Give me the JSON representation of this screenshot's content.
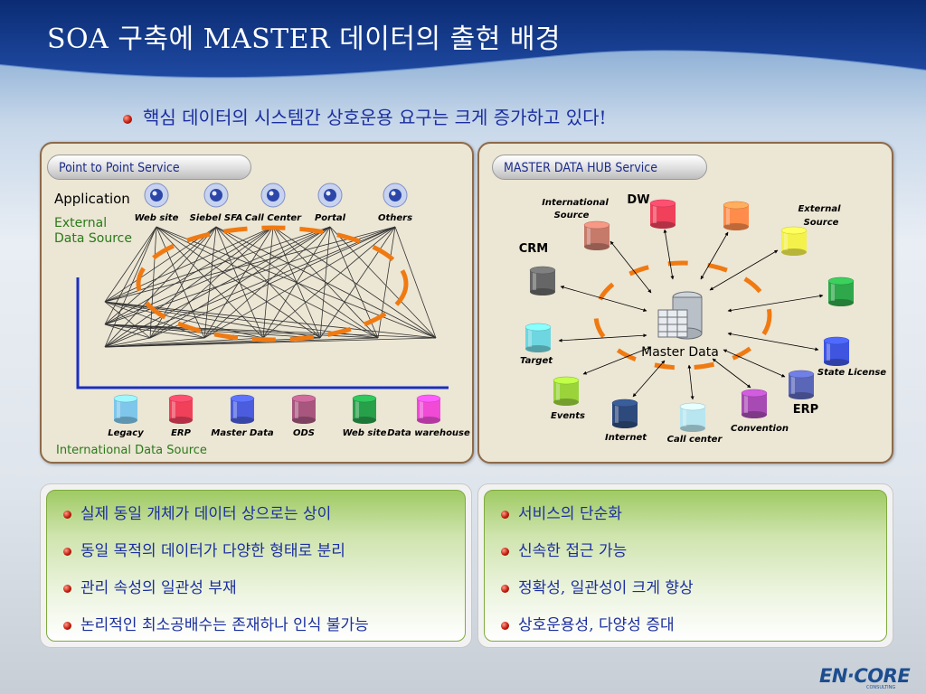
{
  "title": "SOA 구축에 MASTER 데이터의 출현 배경",
  "subtitle": "핵심 데이터의 시스템간 상호운용 요구는 크게 증가하고 있다!",
  "p2p": {
    "header": "Point to Point Service",
    "application_label": "Application",
    "external_label_1": "External",
    "external_label_2": "Data Source",
    "international_label": "International Data Source",
    "apps": [
      {
        "label": "Web site",
        "icon": "web-site-icon"
      },
      {
        "label": "Siebel SFA",
        "icon": "network-icon"
      },
      {
        "label": "Call Center",
        "icon": "money-bag-icon"
      },
      {
        "label": "Portal",
        "icon": "portal-icon"
      },
      {
        "label": "Others",
        "icon": "person-icon"
      }
    ],
    "sources": [
      {
        "label": "Legacy",
        "color": "#7ec6ea"
      },
      {
        "label": "ERP",
        "color": "#f0405a"
      },
      {
        "label": "Master Data",
        "color": "#4b5dde"
      },
      {
        "label": "ODS",
        "color": "#a8567e"
      },
      {
        "label": "Web site",
        "color": "#27a04a"
      },
      {
        "label": "Data warehouse",
        "color": "#f04ad6"
      }
    ]
  },
  "hub": {
    "header": "MASTER DATA HUB Service",
    "center_label": "Master Data",
    "nodes": [
      {
        "key": "intl",
        "label_1": "International",
        "label_2": "Source",
        "color": "#c67a6a"
      },
      {
        "key": "dw",
        "label_1": "DW",
        "label_2": "",
        "color": "#f0405a"
      },
      {
        "key": "orange",
        "label_1": "",
        "label_2": "",
        "color": "#ff8c4a"
      },
      {
        "key": "ext",
        "label_1": "External",
        "label_2": "Source",
        "color": "#f4f14a"
      },
      {
        "key": "crm",
        "label_1": "CRM",
        "label_2": "",
        "color": "#666666"
      },
      {
        "key": "green",
        "label_1": "",
        "label_2": "",
        "color": "#2ea84a"
      },
      {
        "key": "target",
        "label_1": "Target",
        "label_2": "",
        "color": "#6ed6e0"
      },
      {
        "key": "state",
        "label_1": "State License",
        "label_2": "",
        "color": "#3f55e0"
      },
      {
        "key": "erp",
        "label_1": "ERP",
        "label_2": "",
        "color": "#5a66b8"
      },
      {
        "key": "events",
        "label_1": "Events",
        "label_2": "",
        "color": "#9ad43a"
      },
      {
        "key": "internet",
        "label_1": "Internet",
        "label_2": "",
        "color": "#2e4a7c"
      },
      {
        "key": "callcenter",
        "label_1": "Call center",
        "label_2": "",
        "color": "#b8e6f0"
      },
      {
        "key": "convention",
        "label_1": "Convention",
        "label_2": "",
        "color": "#a84ab4"
      }
    ]
  },
  "left_points": [
    "실제 동일 개체가 데이터 상으로는 상이",
    "동일 목적의 데이터가 다양한 형태로 분리",
    "관리 속성의 일관성 부재",
    "논리적인 최소공배수는 존재하나 인식 불가능"
  ],
  "right_points": [
    "서비스의 단순화",
    "신속한 접근 가능",
    "정확성, 일관성이 크게 향상",
    "상호운용성, 다양성 증대"
  ],
  "logo": {
    "text": "EN·CORE",
    "sub": "CONSULTING"
  }
}
